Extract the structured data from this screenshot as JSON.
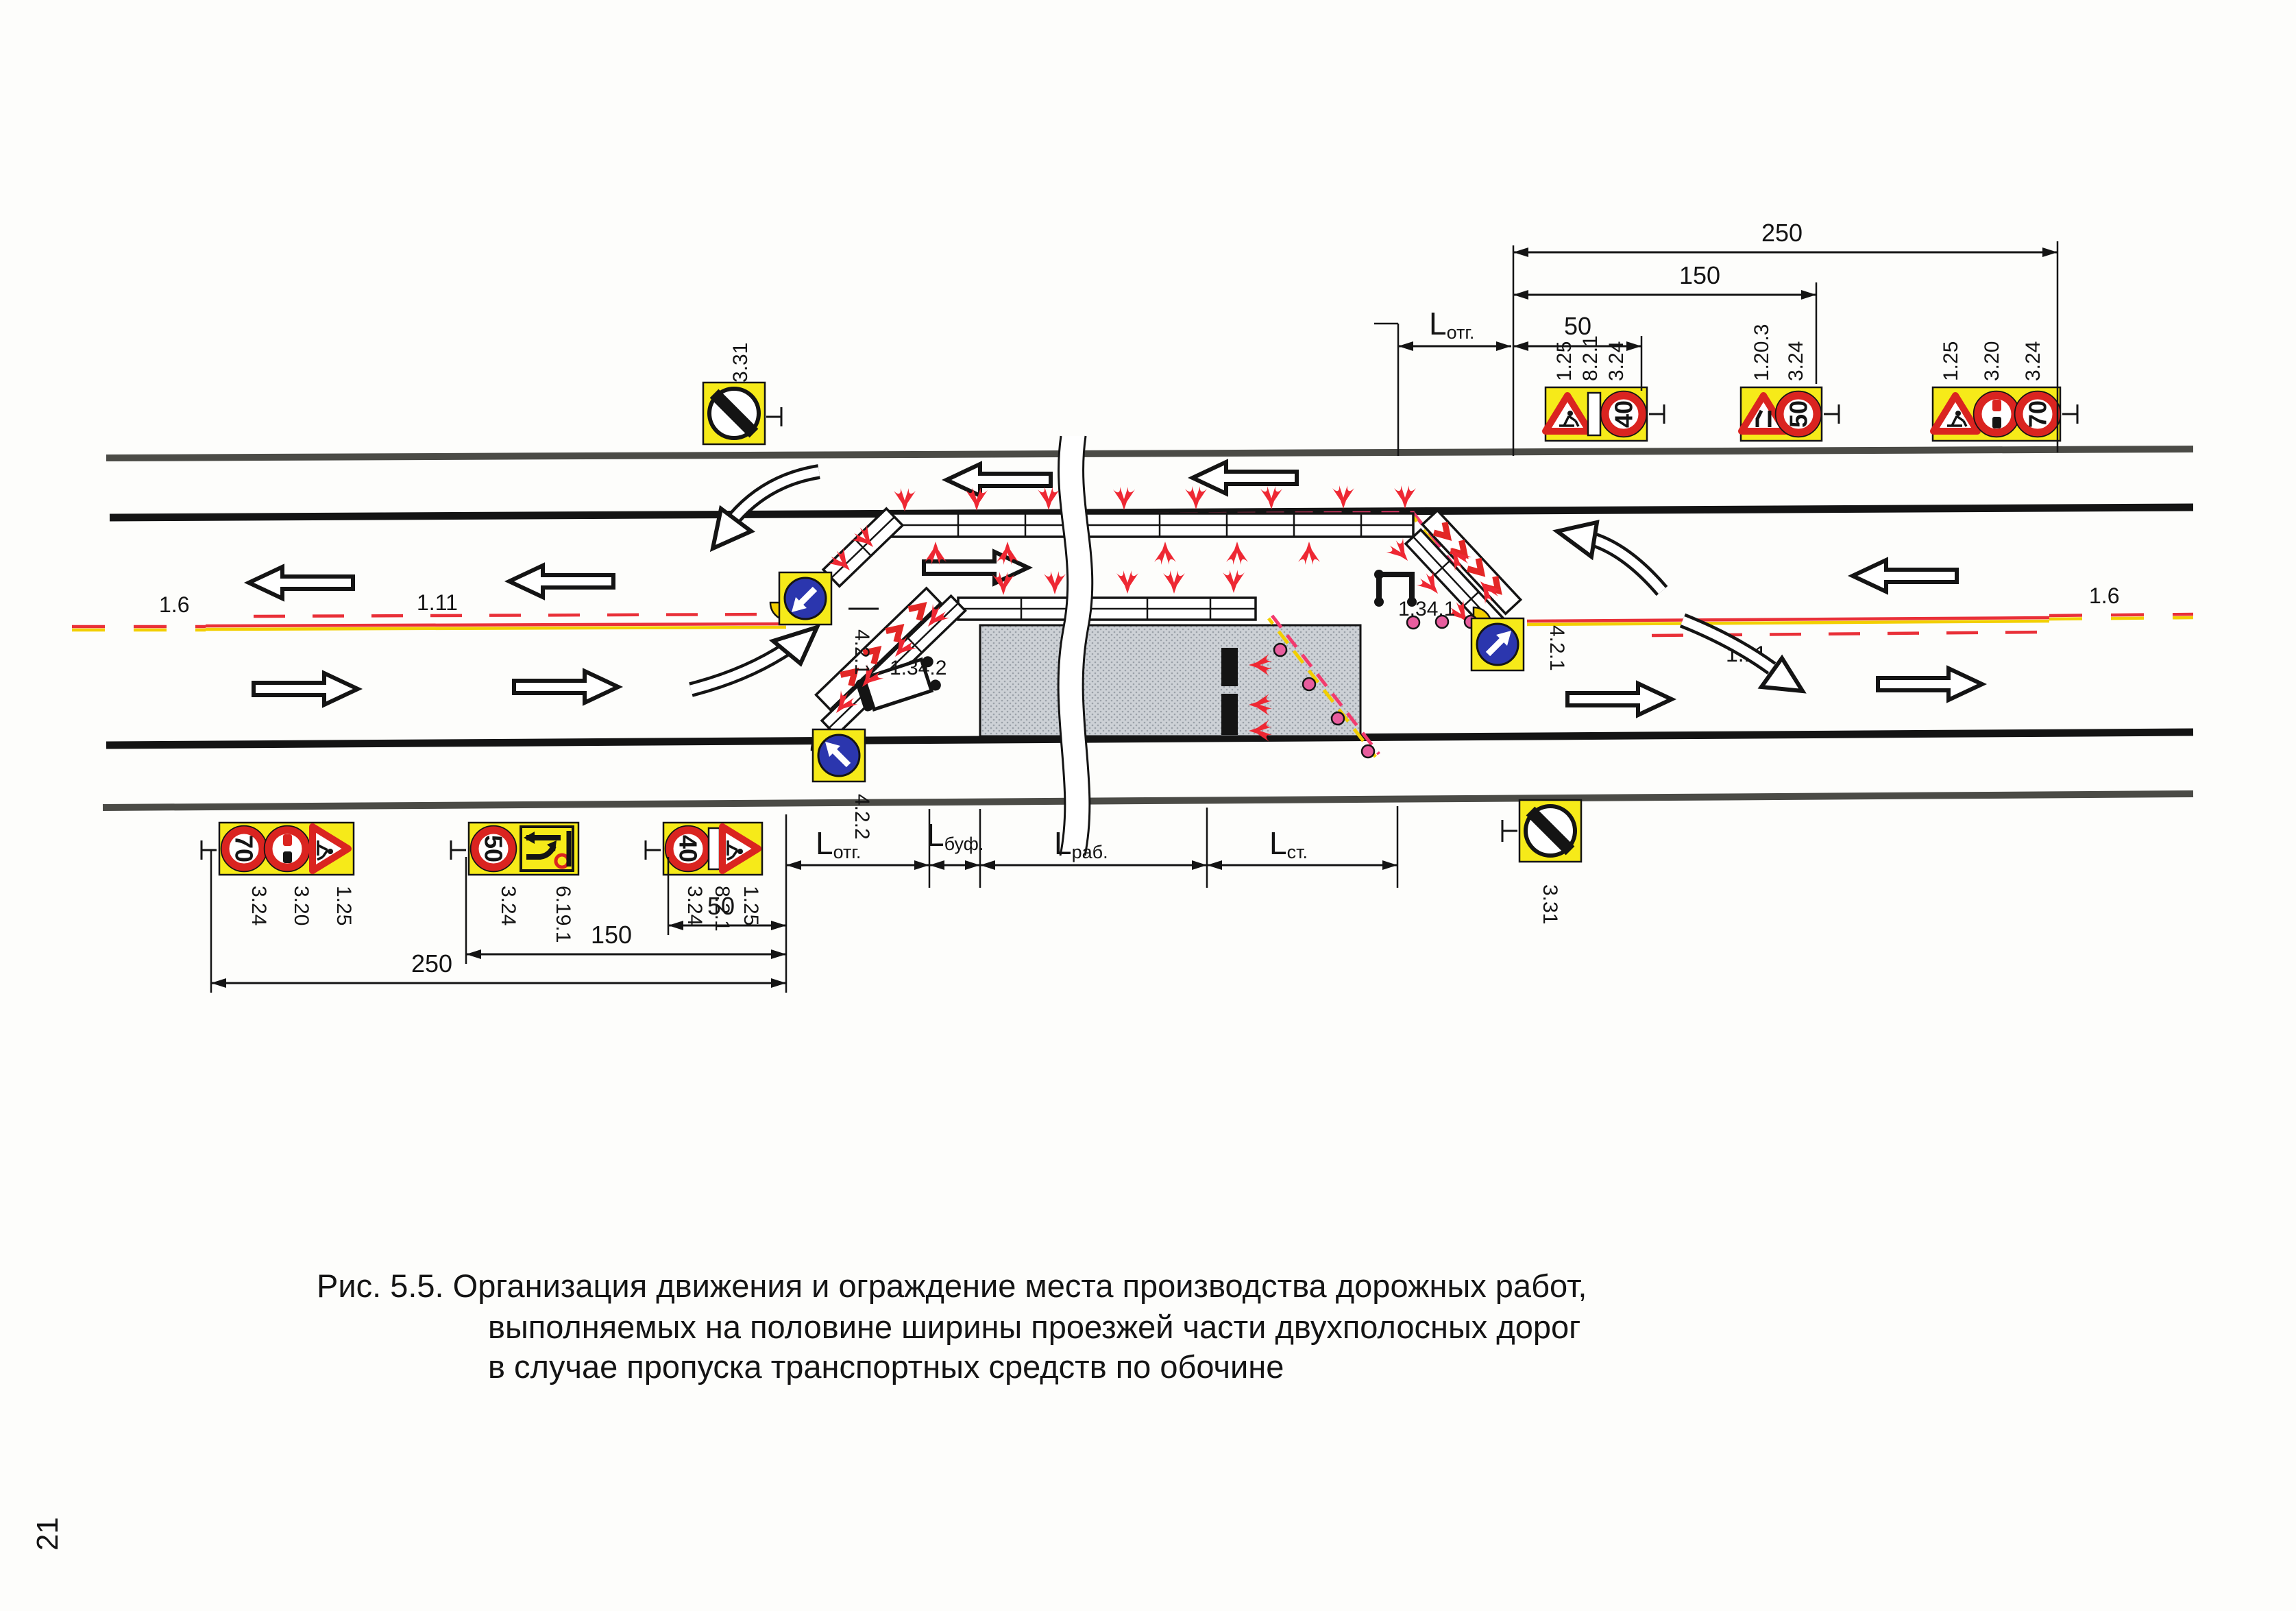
{
  "page": {
    "number": "21"
  },
  "caption": {
    "line1": "Рис. 5.5. Организация движения и ограждение места производства дорожных работ,",
    "line2": "выполняемых на половине ширины проезжей части двухполосных дорог",
    "line3": "в случае пропуска  транспортных средств по обочине"
  },
  "markings": {
    "left_16": "1.6",
    "left_111": "1.11",
    "right_111": "1.11",
    "right_16": "1.6"
  },
  "zone_signs": {
    "s421_left": "4.2.1",
    "s421_right": "4.2.1",
    "s422": "4.2.2",
    "s1341": "1.34.1",
    "s1342": "1.34.2",
    "s331_top": "3.31",
    "s331_bottom": "3.31"
  },
  "top_signs": {
    "group1": {
      "labels": [
        "1.25",
        "8.2.1",
        "3.24"
      ],
      "speed": "40"
    },
    "group2": {
      "labels": [
        "1.20.3",
        "3.24"
      ],
      "speed": "50"
    },
    "group3": {
      "labels": [
        "1.25",
        "3.20",
        "3.24"
      ],
      "speed": "70"
    }
  },
  "bottom_signs": {
    "group1": {
      "labels": [
        "3.24",
        "3.20",
        "1.25"
      ],
      "speed": "70"
    },
    "group2": {
      "labels": [
        "3.24",
        "6.19.1"
      ],
      "speed": "50"
    },
    "group3": {
      "labels": [
        "3.24",
        "8.2.1",
        "1.25"
      ],
      "speed": "40"
    }
  },
  "dimensions": {
    "top": {
      "d250": "250",
      "d150": "150",
      "d50": "50",
      "l_otg": {
        "main": "L",
        "sub": "отг."
      }
    },
    "bottom": {
      "d50": "50",
      "d150": "150",
      "d250": "250",
      "l_otg": {
        "main": "L",
        "sub": "отг."
      },
      "l_buf": {
        "main": "L",
        "sub": "буф."
      },
      "l_rab": {
        "main": "L",
        "sub": "раб."
      },
      "l_st": {
        "main": "L",
        "sub": "ст."
      }
    }
  },
  "icons": {
    "roadworks_triangle": "sign-1.25-roadworks-icon",
    "narrowing_triangle": "sign-1.20.3-road-narrows-icon",
    "speed_limit_circle": "sign-3.24-speed-limit-icon",
    "no_overtaking_circle": "sign-3.20-no-overtaking-icon",
    "end_restrictions": "sign-3.31-end-of-restrictions-icon",
    "blue_detour_arrow": "sign-4.2-detour-arrow-icon",
    "lane_shift_panel": "sign-6.19.1-lane-shift-icon",
    "plaque": "sign-8.2.1-plaque-icon",
    "red_flag": "enclosure-flag-icon",
    "signal_lamp": "signal-lamp-icon"
  },
  "colors": {
    "sign_yellow": "#f6ea19",
    "sign_red": "#da2420",
    "sign_blue": "#2b36ae",
    "marking_red": "#e93038",
    "marking_yellow": "#f2cf00",
    "enclosure_pink": "#f23a6e",
    "work_area_gray": "#c9cdd2",
    "shoulder_line_gray": "#4b4b46",
    "road_line_black": "#141414"
  }
}
